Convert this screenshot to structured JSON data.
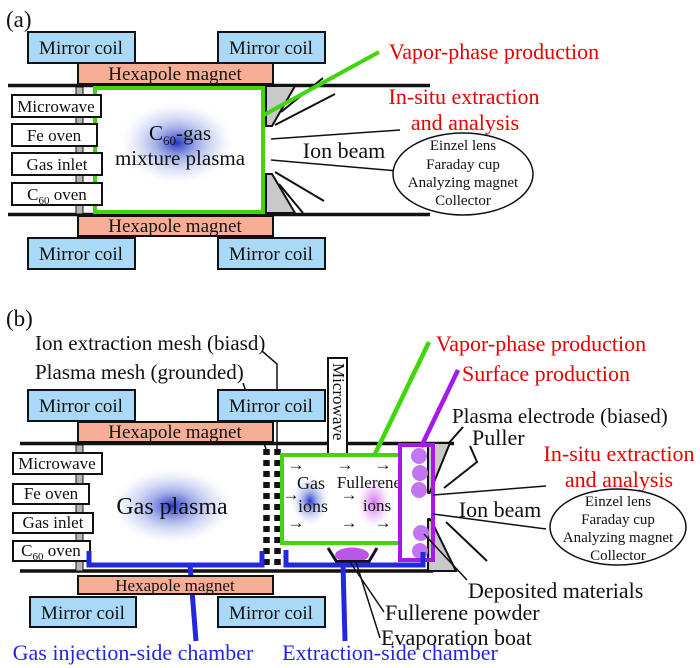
{
  "colors": {
    "red_label": "#e60000",
    "green_accent": "#3fd60a",
    "purple_accent": "#a51ae8",
    "purple_dots": "#c277f0",
    "powder_purple": "#b957e6",
    "blue_chamber": "#2228dd",
    "mirror_coil_fill": "#a9d9f6",
    "hexapole_fill": "#f6ae97",
    "electrode_gray": "#c9c9c9",
    "feedthrough_gray": "#b5b5b5",
    "plasma_blue": "#1b2bbf",
    "fullerene_pink": "#cc55ee"
  },
  "glyphs": {
    "arrow": "→"
  },
  "panel_a": {
    "tag": "(a)",
    "mirror_coil": "Mirror coil",
    "hexapole_magnet": "Hexapole magnet",
    "microwave": "Microwave",
    "fe_oven": "Fe oven",
    "gas_inlet": "Gas inlet",
    "c60_prefix": "C",
    "c60_sub": "60",
    "c60_oven_suffix": " oven",
    "plasma_c60_suffix": "-gas",
    "plasma_line2": "mixture plasma",
    "vapor_phase": "Vapor-phase production",
    "insitu_line1": "In-situ extraction",
    "insitu_line2": "and analysis",
    "ion_beam": "Ion beam",
    "analysis_items": [
      "Einzel lens",
      "Faraday cup",
      "Analyzing magnet",
      "Collector"
    ]
  },
  "panel_b": {
    "tag": "(b)",
    "ion_extraction_mesh": "Ion extraction mesh (biasd)",
    "plasma_mesh": "Plasma mesh (grounded)",
    "mirror_coil": "Mirror coil",
    "hexapole_magnet": "Hexapole magnet",
    "microwave": "Microwave",
    "microwave_vertical": "Microwave",
    "fe_oven": "Fe oven",
    "gas_inlet": "Gas inlet",
    "c60_prefix": "C",
    "c60_sub": "60",
    "c60_oven_suffix": " oven",
    "gas_plasma": "Gas plasma",
    "gas_ions_line1": "Gas",
    "gas_ions_line2": "ions",
    "fullerene_ions_line1": "Fullerene",
    "fullerene_ions_line2": "ions",
    "vapor_phase": "Vapor-phase production",
    "surface_production": "Surface production",
    "plasma_electrode": "Plasma electrode (biased)",
    "puller": "Puller",
    "insitu_line1": "In-situ extraction",
    "insitu_line2": "and analysis",
    "ion_beam": "Ion beam",
    "analysis_items": [
      "Einzel lens",
      "Faraday cup",
      "Analyzing magnet",
      "Collector"
    ],
    "deposited_materials": "Deposited materials",
    "fullerene_powder": "Fullerene powder",
    "evaporation_boat": "Evaporation boat",
    "gas_injection_chamber": "Gas injection-side chamber",
    "extraction_chamber": "Extraction-side chamber"
  }
}
